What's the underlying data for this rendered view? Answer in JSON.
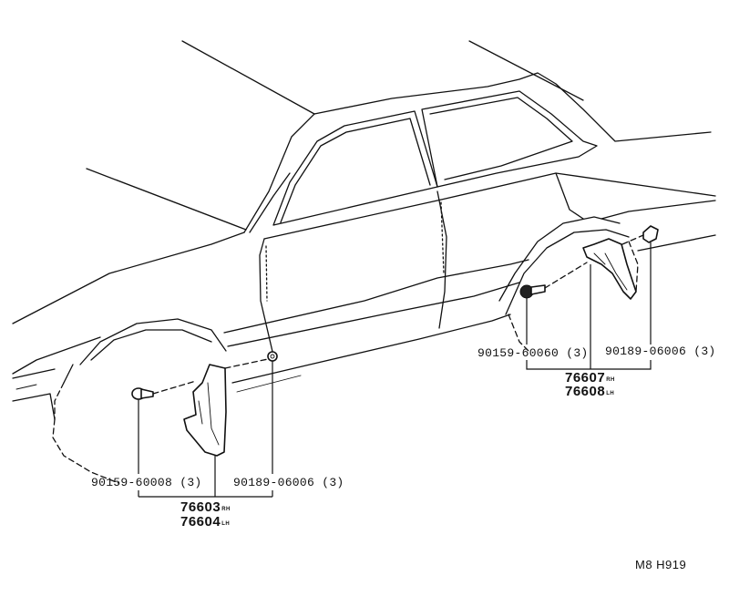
{
  "front_set": {
    "bolt": {
      "part_no": "90159-60008",
      "qty": "(3)"
    },
    "clip": {
      "part_no": "90189-06006",
      "qty": "(3)"
    },
    "mudguard_rh": {
      "part_no": "76603",
      "side": "RH"
    },
    "mudguard_lh": {
      "part_no": "76604",
      "side": "LH"
    }
  },
  "rear_set": {
    "bolt": {
      "part_no": "90159-60060",
      "qty": "(3)"
    },
    "clip": {
      "part_no": "90189-06006",
      "qty": "(3)"
    },
    "mudguard_rh": {
      "part_no": "76607",
      "side": "RH"
    },
    "mudguard_lh": {
      "part_no": "76608",
      "side": "LH"
    }
  },
  "diagram_code": "M8 H919"
}
